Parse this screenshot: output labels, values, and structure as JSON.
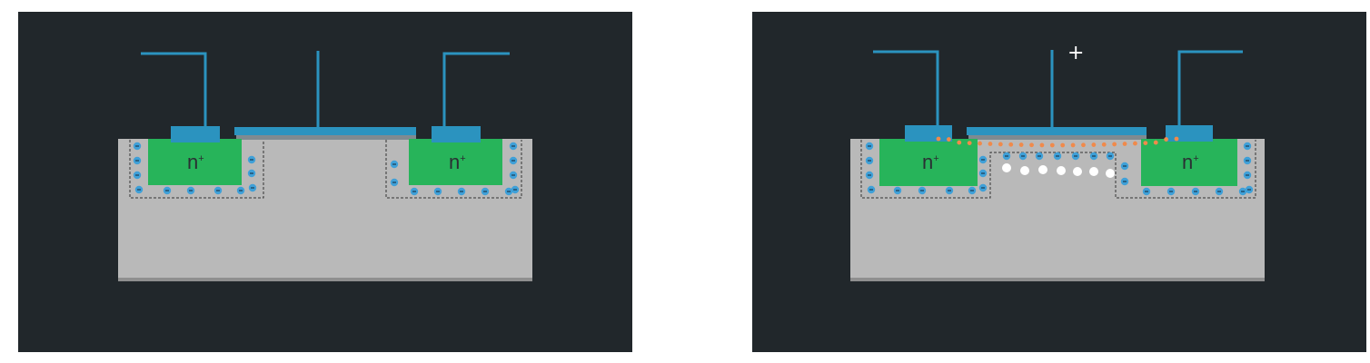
{
  "diagrams": [
    {
      "id": "off-state",
      "gate_sign": "",
      "source_label": "n",
      "source_label_sup": "+",
      "drain_label": "n",
      "drain_label_sup": "+",
      "channel": false
    },
    {
      "id": "on-state",
      "gate_sign": "+",
      "source_label": "n",
      "source_label_sup": "+",
      "drain_label": "n",
      "drain_label_sup": "+",
      "channel": true
    }
  ],
  "colors": {
    "background": "#21272b",
    "substrate": "#b9b9b9",
    "n_region": "#27b45a",
    "metal": "#2b93bf",
    "depletion_charge": "#3fa0d8",
    "electron_channel": "#f08a4b",
    "hole": "#ffffff"
  },
  "icons": {
    "negative_charge": "minus-circle-icon",
    "electron": "orange-dot-icon",
    "hole": "white-dot-icon"
  }
}
